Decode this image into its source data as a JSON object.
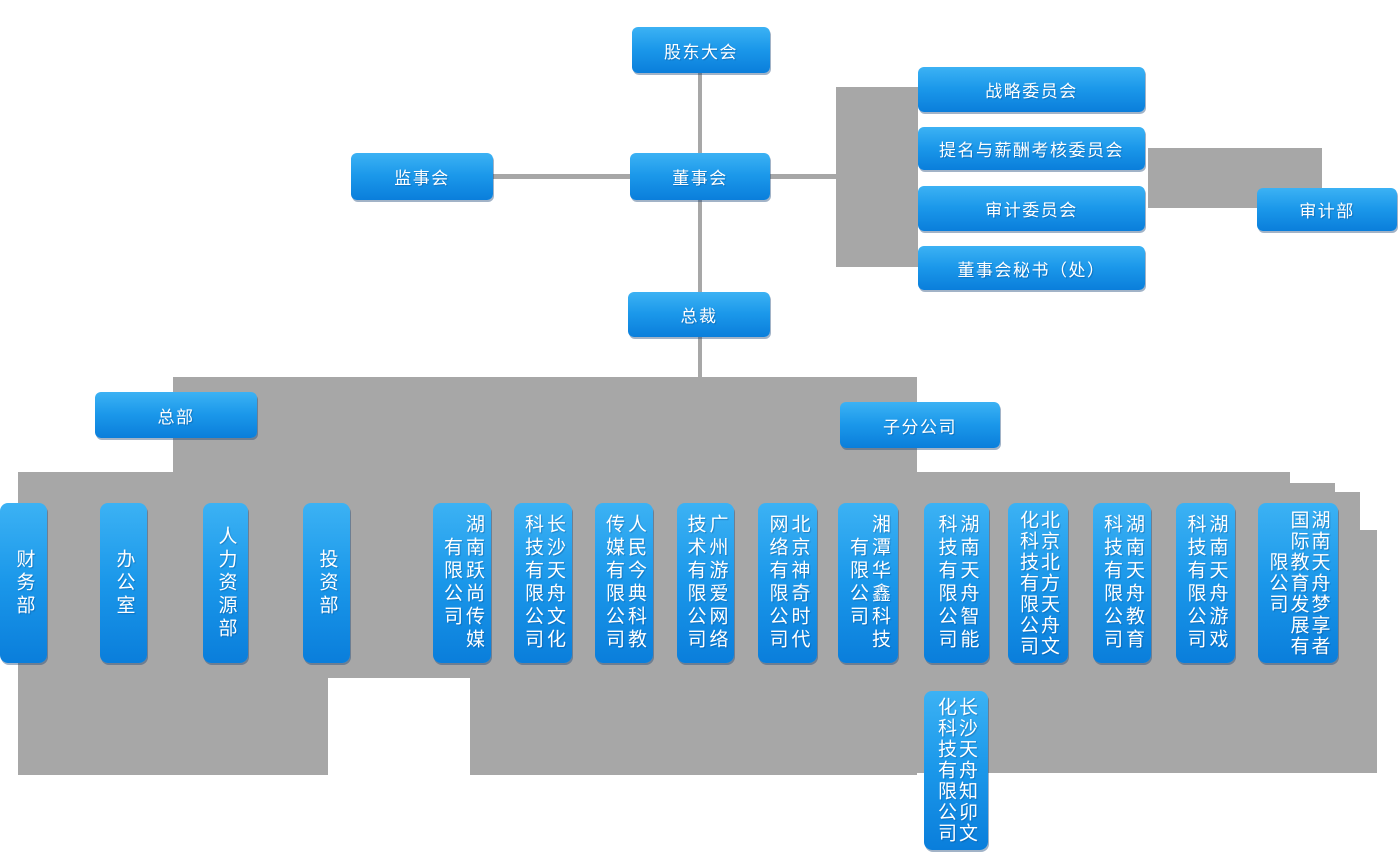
{
  "colors": {
    "box_gradient_top": "#3CB2F4",
    "box_gradient_bottom": "#0A7EDB",
    "connector_gray": "#A7A7A7",
    "text": "#FFFFFF",
    "background": "#FFFFFF"
  },
  "nodes": {
    "shareholders_meeting": "股东大会",
    "supervisory_board": "监事会",
    "board_of_directors": "董事会",
    "strategy_committee": "战略委员会",
    "nomination_remuneration_committee": "提名与薪酬考核委员会",
    "audit_committee": "审计委员会",
    "board_secretary_office": "董事会秘书（处）",
    "audit_department": "审计部",
    "president": "总裁",
    "headquarters": "总部",
    "subsidiaries": "子分公司",
    "dept_finance": "财务部",
    "dept_office": "办公室",
    "dept_hr": "人力资源部",
    "dept_investment": "投资部",
    "company_hunan_yueshang_media": "湖南跃尚传媒有限公司",
    "company_changsha_tianzhou_culture": "长沙天舟文化科技有限公司",
    "company_renmin_jindian_media": "人民今典科教传媒有限公司",
    "company_guangzhou_youai_network": "广州游爱网络技术有限公司",
    "company_beijing_shenqi_shidai": "北京神奇时代网络有限公司",
    "company_xiangtan_huaxin": "湘潭华鑫科技有限公司",
    "company_hunan_tianzhou_zhineng": "湖南天舟智能科技有限公司",
    "company_beijing_beifang_tianzhou": "北京北方天舟文化科技有限公司",
    "company_hunan_tianzhou_education": "湖南天舟教育科技有限公司",
    "company_hunan_tianzhou_game": "湖南天舟游戏科技有限公司",
    "company_hunan_tianzhou_mengxiangzhe": "湖南天舟梦享者国际教育发展有限公司",
    "company_changsha_tianzhou_zhimao": "长沙天舟知卯文化科技有限公司"
  }
}
